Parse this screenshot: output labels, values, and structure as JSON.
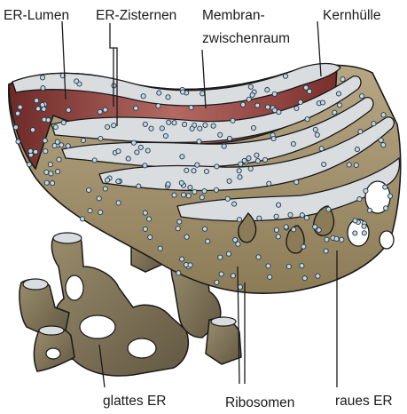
{
  "labels": {
    "er_lumen": "ER-Lumen",
    "er_zisternen": "ER-Zisternen",
    "membran_line1": "Membran-",
    "membran_line2": "zwischenraum",
    "kernhuelle": "Kernhülle",
    "glattes_er": "glattes ER",
    "ribosomen": "Ribosomen",
    "raues_er": "raues ER"
  },
  "colors": {
    "outline": "#1a1a1a",
    "nuclear_envelope": "#b05a55",
    "nuclear_envelope_dark": "#7a2f2c",
    "rough_er": "#a89670",
    "rough_er_shadow": "#7f6e4d",
    "smooth_er": "#8a7d5e",
    "smooth_er_dark": "#5e5440",
    "lumen_space": "#d9dde0",
    "ribosome": "#bcd9ea",
    "ribosome_stroke": "#2a3640"
  }
}
